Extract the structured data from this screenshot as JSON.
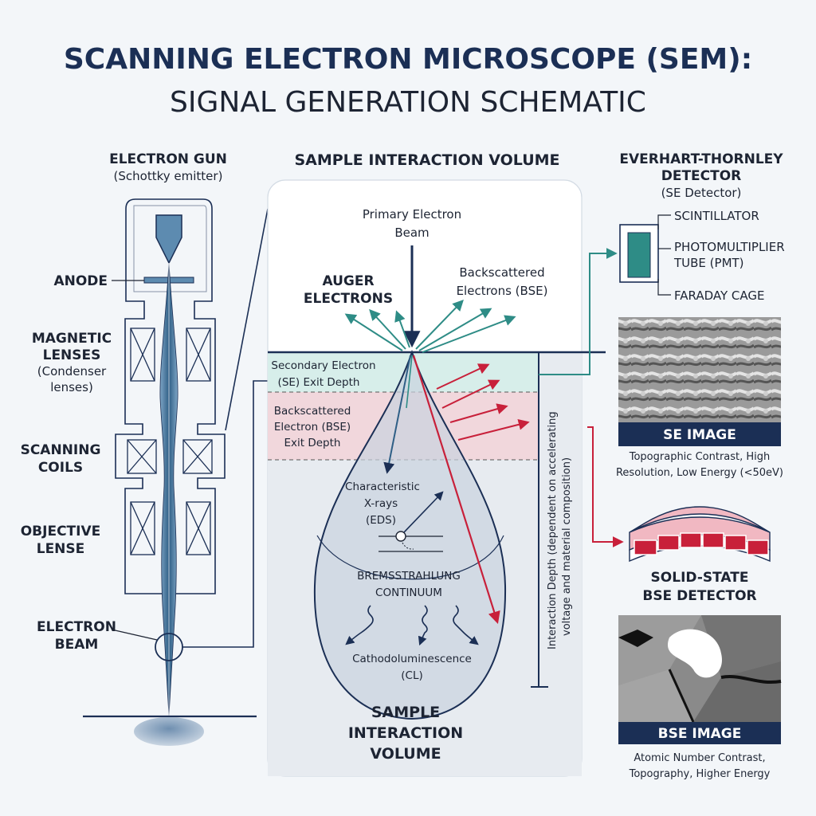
{
  "title": {
    "line1": "SCANNING ELECTRON MICROSCOPE (SEM):",
    "line2": "SIGNAL GENERATION SCHEMATIC"
  },
  "column": {
    "gun_label": "ELECTRON GUN",
    "gun_sub": "(Schottky emitter)",
    "anode": "ANODE",
    "magnetic_1": "MAGNETIC",
    "magnetic_2": "LENSES",
    "magnetic_sub1": "(Condenser",
    "magnetic_sub2": "lenses)",
    "scanning_1": "SCANNING",
    "scanning_2": "COILS",
    "objective_1": "OBJECTIVE",
    "objective_2": "LENSE",
    "beam_1": "ELECTRON",
    "beam_2": "BEAM"
  },
  "interaction": {
    "header": "SAMPLE INTERACTION VOLUME",
    "primary_1": "Primary Electron",
    "primary_2": "Beam",
    "auger_1": "AUGER",
    "auger_2": "ELECTRONS",
    "bse_1": "Backscattered",
    "bse_2": "Electrons (BSE)",
    "se_depth_1": "Secondary Electron",
    "se_depth_2": "(SE) Exit Depth",
    "bse_depth_1": "Backscattered",
    "bse_depth_2": "Electron (BSE)",
    "bse_depth_3": "Exit Depth",
    "xray_1": "Characteristic",
    "xray_2": "X-rays",
    "xray_3": "(EDS)",
    "brems_1": "BREMSSTRAHLUNG",
    "brems_2": "CONTINUUM",
    "cl_1": "Cathodoluminescence",
    "cl_2": "(CL)",
    "footer_1": "SAMPLE",
    "footer_2": "INTERACTION",
    "footer_3": "VOLUME",
    "depth_1": "Interaction Depth (dependent on accelerating",
    "depth_2": "voltage and material composition)"
  },
  "detectors": {
    "et_1": "EVERHART-THORNLEY",
    "et_2": "DETECTOR",
    "et_sub": "(SE Detector)",
    "scintillator": "SCINTILLATOR",
    "pmt_1": "PHOTOMULTIPLIER",
    "pmt_2": "TUBE (PMT)",
    "faraday": "FARADAY CAGE",
    "se_image": "SE IMAGE",
    "se_cap_1": "Topographic Contrast, High",
    "se_cap_2": "Resolution, Low Energy (<50eV)",
    "ss_1": "SOLID-STATE",
    "ss_2": "BSE DETECTOR",
    "bse_image": "BSE IMAGE",
    "bse_cap_1": "Atomic Number Contrast,",
    "bse_cap_2": "Topography, Higher Energy"
  },
  "colors": {
    "navy": "#1b2f55",
    "teal": "#2e8c86",
    "red": "#c8203a"
  }
}
